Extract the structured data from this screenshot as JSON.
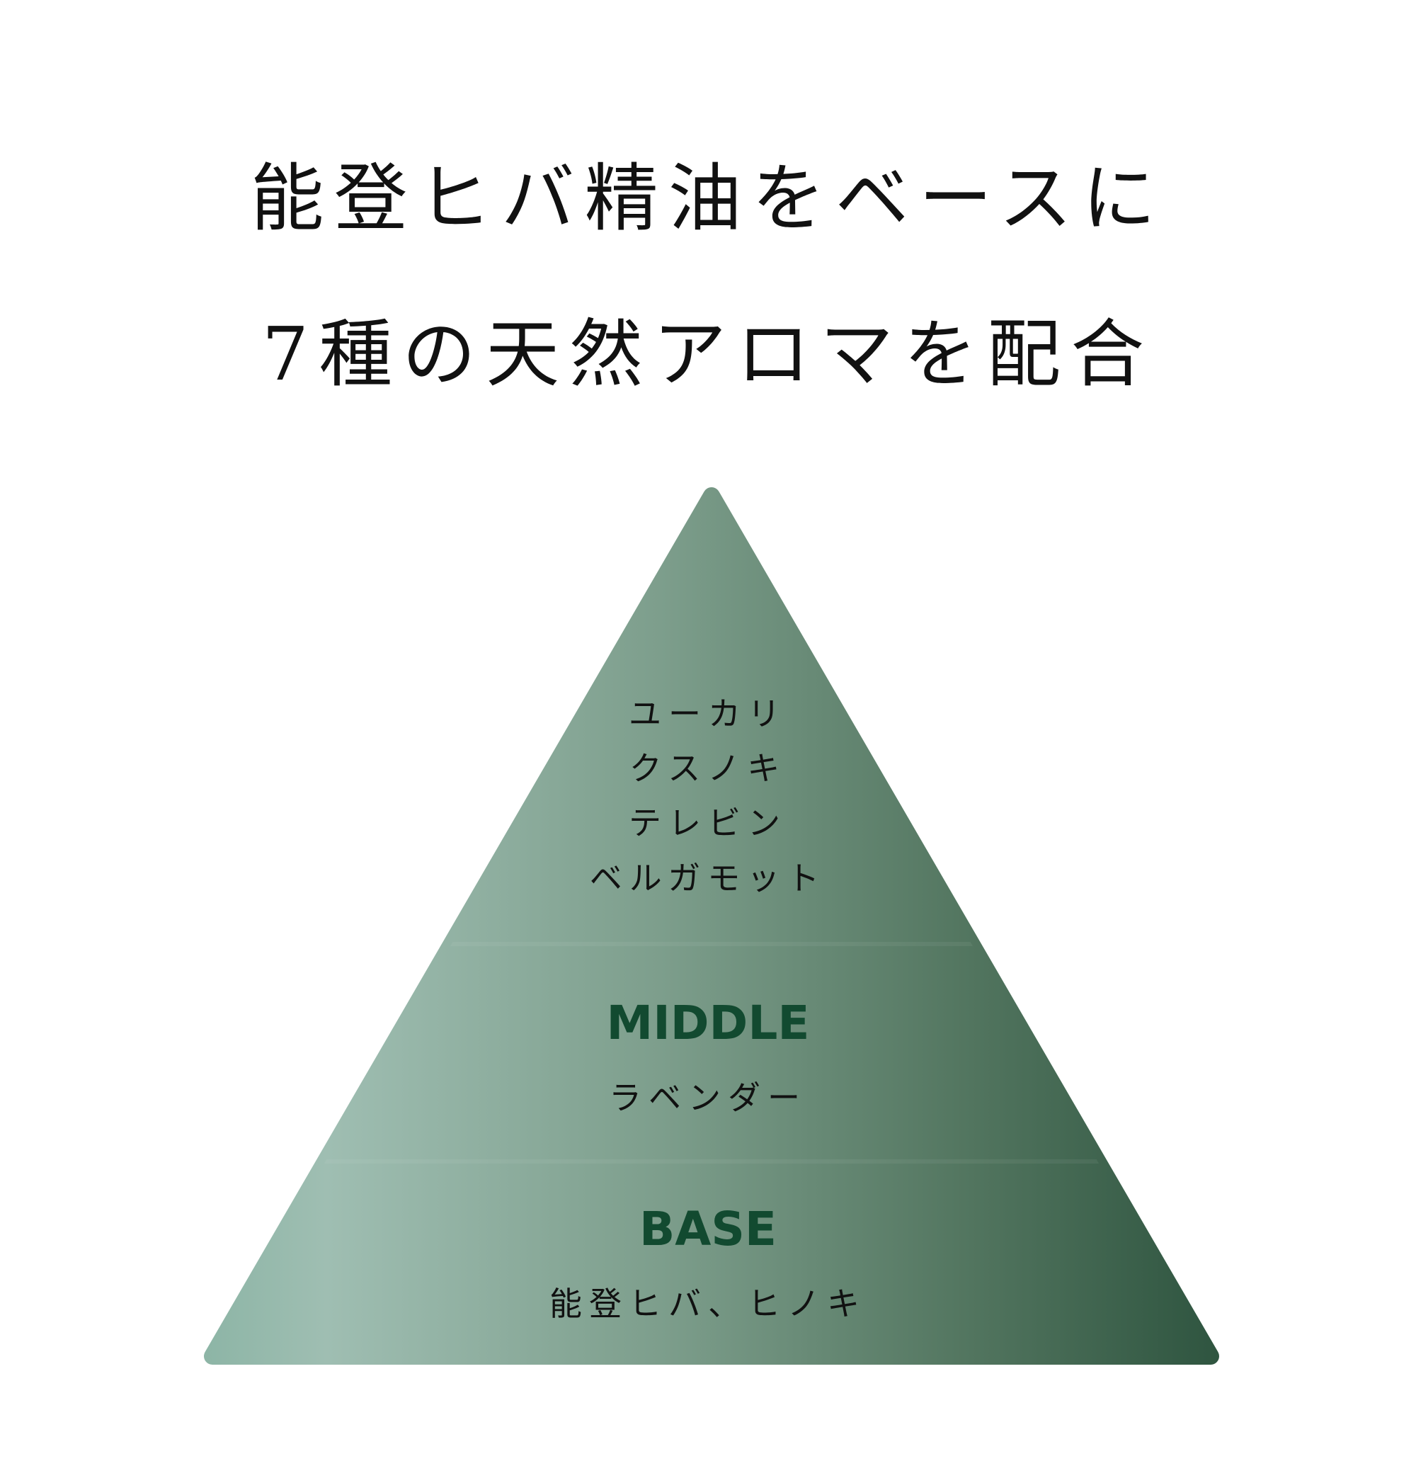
{
  "title": {
    "line1": "能登ヒバ精油をベースに",
    "line2": "7種の天然アロマを配合"
  },
  "pyramid": {
    "top": {
      "items": [
        "ユーカリ",
        "クスノキ",
        "テレビン",
        "ベルガモット"
      ]
    },
    "middle": {
      "label": "MIDDLE",
      "items": [
        "ラベンダー"
      ]
    },
    "base": {
      "label": "BASE",
      "items": [
        "能登ヒバ、ヒノキ"
      ]
    },
    "colors": {
      "light": "#a2bfb3",
      "mid": "#7a9c8a",
      "dark": "#2f5540",
      "label": "#124a30"
    }
  }
}
